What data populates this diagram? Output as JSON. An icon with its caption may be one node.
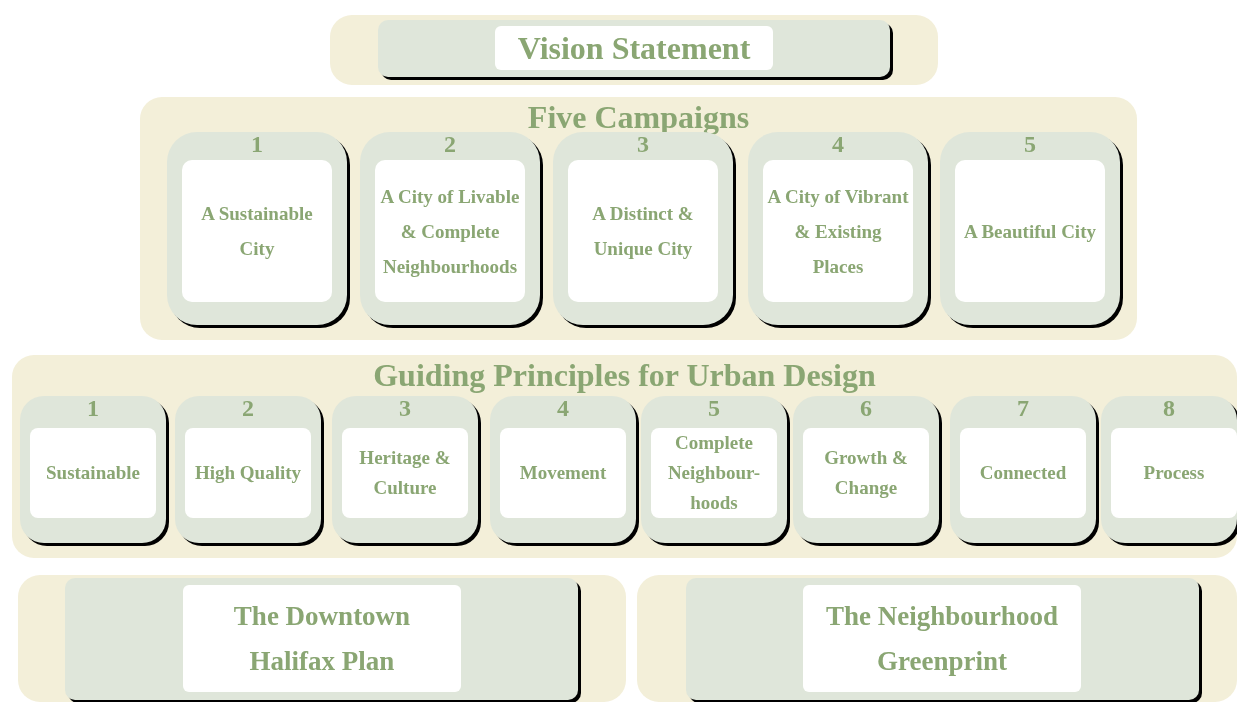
{
  "diagram": {
    "nodes": [
      {
        "text": [],
        "shape": "box"
      },
      {
        "text": [],
        "shape": "box",
        "in": 0
      },
      {
        "text": [
          "Vision Statement"
        ],
        "in": 1
      },
      {
        "text": [
          "Five Campaigns"
        ]
      },
      {
        "text": [
          "1"
        ],
        "in": 3
      },
      {
        "text": [
          "A Sustainable City"
        ],
        "in": 4
      },
      {
        "text": [
          "2"
        ],
        "in": 3
      },
      {
        "text": [
          "A City of Livable & Complete Neighbourhoods"
        ],
        "in": 6
      },
      {
        "text": [
          "3"
        ],
        "in": 3
      },
      {
        "text": [
          "A Distinct & Unique City"
        ],
        "in": 8
      },
      {
        "text": [
          "4"
        ],
        "in": 3
      },
      {
        "text": [
          "A City of Vibrant & Existing Places"
        ],
        "in": 10
      },
      {
        "text": [
          "5"
        ],
        "in": 3
      },
      {
        "text": [
          "A Beautiful City"
        ],
        "in": 12
      },
      {
        "text": [
          "Guiding Principles for Urban Design"
        ]
      },
      {
        "text": [
          "1"
        ],
        "in": 14
      },
      {
        "text": [
          "Sustainable"
        ],
        "in": 15
      },
      {
        "text": [
          "2"
        ],
        "in": 14
      },
      {
        "text": [
          "High Quality"
        ],
        "in": 17
      },
      {
        "text": [
          "3"
        ],
        "in": 14
      },
      {
        "text": [
          "Heritage & Culture"
        ],
        "in": 19
      },
      {
        "text": [
          "4"
        ],
        "in": 14
      },
      {
        "text": [
          "Movement"
        ],
        "in": 21
      },
      {
        "text": [
          "5"
        ],
        "in": 14
      },
      {
        "text": [
          "Complete Neighbour- hoods"
        ],
        "in": 23
      },
      {
        "text": [
          "6"
        ],
        "in": 14
      },
      {
        "text": [
          "Growth & Change"
        ],
        "in": 25
      },
      {
        "text": [
          "7"
        ],
        "in": 14
      },
      {
        "text": [
          "Connected"
        ],
        "in": 27
      },
      {
        "text": [
          "8"
        ],
        "in": 14
      },
      {
        "text": [
          "Process"
        ],
        "in": 29
      },
      {
        "text": [],
        "shape": "box"
      },
      {
        "text": [],
        "shape": "box",
        "in": 31
      },
      {
        "text": [
          "The Downtown Halifax Plan"
        ],
        "in": 32
      },
      {
        "text": [],
        "shape": "box"
      },
      {
        "text": [],
        "shape": "box",
        "in": 34
      },
      {
        "text": [
          "The Neighbourhood Greenprint"
        ],
        "in": 35
      }
    ]
  }
}
